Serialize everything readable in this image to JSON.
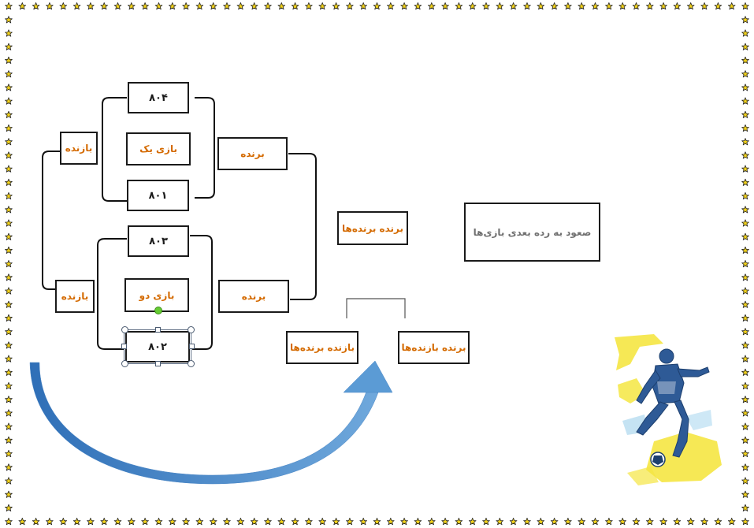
{
  "colors": {
    "label_orange": "#d46a00",
    "box_border": "#1a1a1a",
    "grey_text": "#707070",
    "arrow_blue": "#5b9bd5",
    "border_star": "#f2d21b",
    "player_blue": "#2e5a96",
    "player_yellow": "#f5e642"
  },
  "bracket": {
    "match_one_top": "۸۰۴",
    "match_one_title": "بازی یک",
    "match_one_bottom": "۸۰۱",
    "match_two_top": "۸۰۳",
    "match_two_title": "بازی دو",
    "match_two_bottom": "۸۰۲",
    "loser_one": "بازنده",
    "loser_two": "بازنده",
    "winner_one": "برنده",
    "winner_two": "برنده",
    "winner_of_winners": "برنده برنده‌ها",
    "loser_of_winners": "بازنده برنده‌ها",
    "winner_of_losers": "برنده بازنده‌ها",
    "promotion_note": "صعود به رده بعدی بازی‌ها"
  },
  "decorations": {
    "page_border": "star-border",
    "arrow": "curved-arrow-icon",
    "illustration": "soccer-player-illustration"
  }
}
